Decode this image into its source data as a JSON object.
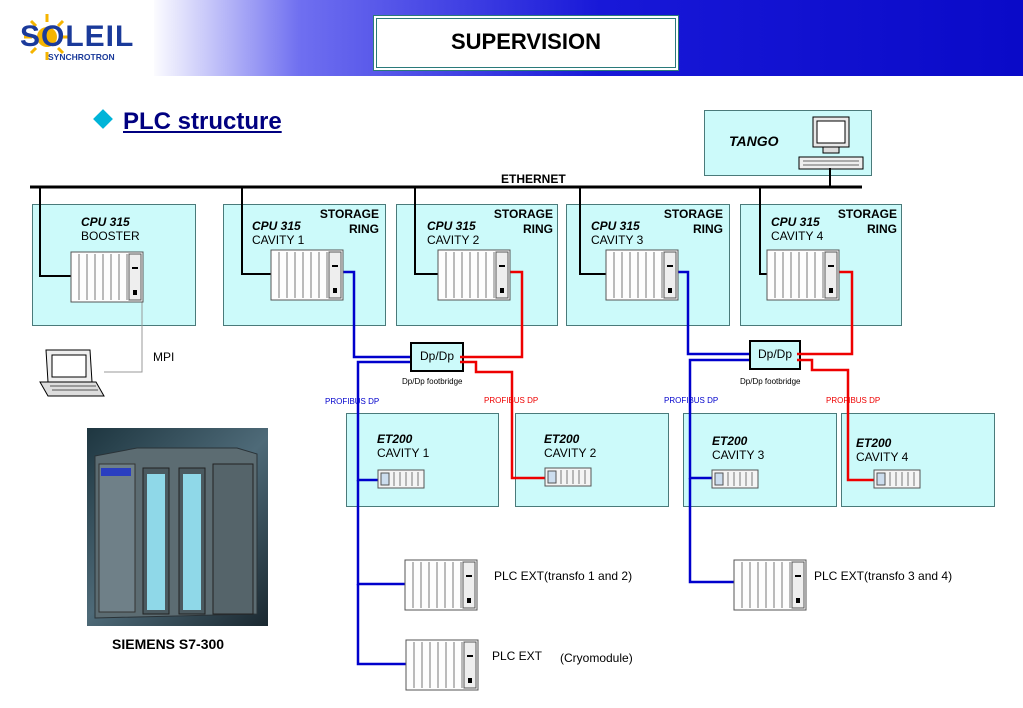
{
  "header": {
    "logo_main": "SOLEIL",
    "logo_sub": "SYNCHROTRON",
    "title": "SUPERVISION"
  },
  "section": {
    "title": "PLC structure"
  },
  "tango": {
    "label": "TANGO"
  },
  "network": {
    "ethernet_label": "ETHERNET",
    "mpi_label": "MPI"
  },
  "cpus": [
    {
      "model": "CPU 315",
      "name": "BOOSTER",
      "storage": ""
    },
    {
      "model": "CPU 315",
      "name": "CAVITY 1",
      "storage": "STORAGE RING"
    },
    {
      "model": "CPU 315",
      "name": "CAVITY 2",
      "storage": "STORAGE RING"
    },
    {
      "model": "CPU 315",
      "name": "CAVITY 3",
      "storage": "STORAGE RING"
    },
    {
      "model": "CPU 315",
      "name": "CAVITY 4",
      "storage": "STORAGE RING"
    }
  ],
  "bridges": [
    {
      "label": "Dp/Dp",
      "caption": "Dp/Dp footbridge"
    },
    {
      "label": "Dp/Dp",
      "caption": "Dp/Dp footbridge"
    }
  ],
  "profibus": {
    "label": "PROFIBUS DP"
  },
  "et200": [
    {
      "model": "ET200",
      "name": "CAVITY 1"
    },
    {
      "model": "ET200",
      "name": "CAVITY 2"
    },
    {
      "model": "ET200",
      "name": "CAVITY 3"
    },
    {
      "model": "ET200",
      "name": "CAVITY 4"
    }
  ],
  "plc_ext": [
    {
      "label": "PLC EXT(transfo 1 and 2)"
    },
    {
      "label": "PLC EXT(transfo 3 and 4)"
    },
    {
      "label": "PLC EXT",
      "sub": "(Cryomodule)"
    }
  ],
  "siemens": {
    "label": "SIEMENS S7-300"
  },
  "colors": {
    "blue_bus": "#0000cc",
    "red_bus": "#ee0000",
    "box_fill": "#ccfafa"
  }
}
